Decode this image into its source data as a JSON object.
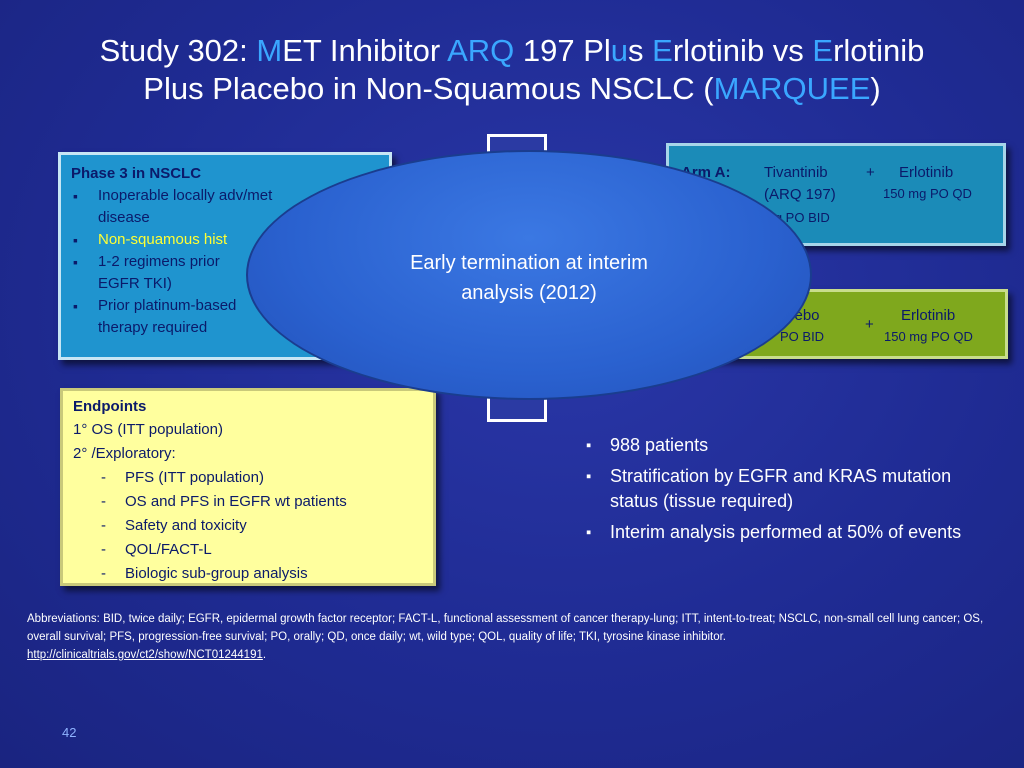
{
  "title": {
    "p1": "Study 302: ",
    "h1": "M",
    "p2": "ET Inhibitor ",
    "h2": "ARQ",
    "p3": " 197 Pl",
    "h3": "u",
    "p4": "s ",
    "h4": "E",
    "p5": "rlotinib vs ",
    "h5": "E",
    "p6": "rlotinib",
    "p7": "Plus Placebo in Non-Squamous NSCLC (",
    "h6": "MARQUEE",
    "p8": ")"
  },
  "phase_box": {
    "heading": "Phase 3 in NSCLC",
    "items": [
      "Inoperable locally adv/met",
      "disease",
      "Non-squamous hist",
      "1-2 regimens prior",
      "EGFR TKI)",
      "Prior platinum-based",
      "therapy required"
    ]
  },
  "endpoints": {
    "heading": "Endpoints",
    "primary": "1°  OS (ITT population)",
    "secondary": "2° /Exploratory:",
    "items": [
      "PFS (ITT population)",
      "OS and PFS in EGFR wt patients",
      "Safety and toxicity",
      "QOL/FACT-L",
      "Biologic sub-group analysis"
    ],
    "dash": "-"
  },
  "arm_a": {
    "label": "Arm A:",
    "drug1": "Tivantinib",
    "drug1_sub": "(ARQ 197)",
    "drug1_dose": "mg PO BID",
    "plus": "+",
    "drug2": "Erlotinib",
    "drug2_dose": "150 mg PO QD"
  },
  "arm_b": {
    "drug1": "cebo",
    "drug1_dose": "PO BID",
    "plus": "+",
    "drug2": "Erlotinib",
    "drug2_dose": "150 mg PO QD"
  },
  "callout": {
    "line1": "Early termination at interim",
    "line2": "analysis (2012)"
  },
  "facts": [
    "988 patients",
    "Stratification by EGFR and KRAS mutation status (tissue required)",
    "Interim analysis performed at 50% of events"
  ],
  "abbreviations": {
    "text": "Abbreviations: BID, twice daily; EGFR, epidermal growth factor receptor; FACT-L, functional assessment of cancer therapy-lung; ITT, intent-to-treat; NSCLC, non-small cell lung cancer; OS, overall survival; PFS, progression-free survival; PO, orally; QD, once daily; wt, wild type; QOL, quality of life; TKI, tyrosine kinase inhibitor.",
    "link": "http://clinicaltrials.gov/ct2/show/NCT01244191",
    "link_suffix": "."
  },
  "page_number": "42",
  "colors": {
    "background": "#1f2b93",
    "title_highlight": "#3aa7ff",
    "phase_box": "#1f94cf",
    "endpoints_box": "#ffff9e",
    "arm_a": "#1b8bb8",
    "arm_b": "#7fa81d",
    "callout": "#2a61cf",
    "yellow_text": "#ffff33"
  }
}
